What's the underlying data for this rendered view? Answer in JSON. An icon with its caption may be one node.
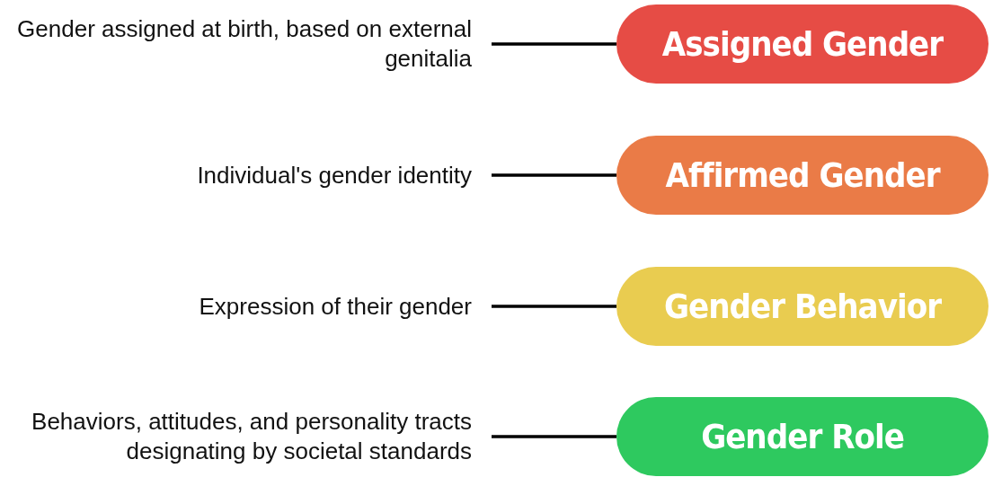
{
  "diagram": {
    "nodes": [
      {
        "text": [
          "Gender assigned at birth, based on external genitalia"
        ]
      },
      {
        "text": [
          "Assigned Gender"
        ]
      },
      {
        "text": [
          "Individual's gender identity"
        ]
      },
      {
        "text": [
          "Affirmed Gender"
        ]
      },
      {
        "text": [
          "Expression of their gender"
        ]
      },
      {
        "text": [
          "Gender Behavior"
        ]
      },
      {
        "text": [
          "Behaviors, attitudes, and personality tracts designating by societal standards"
        ]
      },
      {
        "text": [
          "Gender Role"
        ]
      }
    ],
    "edges": [
      {
        "from": 0,
        "to": 1,
        "arrow": "none"
      },
      {
        "from": 2,
        "to": 3,
        "arrow": "none"
      },
      {
        "from": 4,
        "to": 5,
        "arrow": "none"
      },
      {
        "from": 6,
        "to": 7,
        "arrow": "none"
      }
    ]
  }
}
